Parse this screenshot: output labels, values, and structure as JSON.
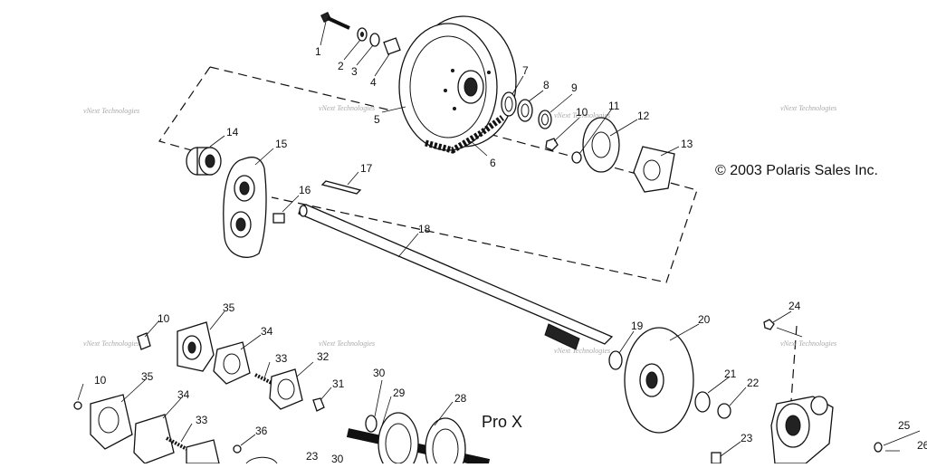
{
  "copyright": "© 2003 Polaris Sales Inc.",
  "model_label": "Pro X",
  "watermark": "vNext Technologies",
  "callouts": {
    "c1": "1",
    "c2": "2",
    "c3": "3",
    "c4": "4",
    "c5": "5",
    "c6": "6",
    "c7": "7",
    "c8": "8",
    "c9": "9",
    "c10": "10",
    "c11": "11",
    "c12": "12",
    "c13": "13",
    "c14": "14",
    "c15": "15",
    "c16": "16",
    "c17": "17",
    "c18": "18",
    "c19": "19",
    "c20": "20",
    "c21": "21",
    "c22": "22",
    "c23": "23",
    "c24": "24",
    "c25": "25",
    "c26": "26",
    "c28": "28",
    "c29": "29",
    "c30": "30",
    "c31": "31",
    "c32": "32",
    "c33": "33",
    "c34": "34",
    "c35": "35",
    "c36": "36"
  }
}
